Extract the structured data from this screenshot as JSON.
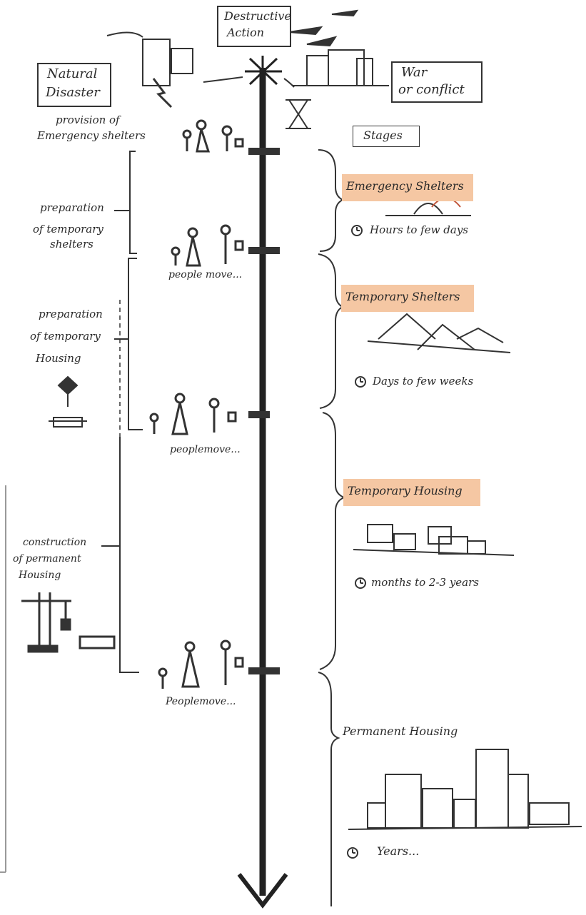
{
  "top": {
    "destructive_action_line1": "Destructive",
    "destructive_action_line2": "Action",
    "natural_disaster_line1": "Natural",
    "natural_disaster_line2": "Disaster",
    "war_line1": "War",
    "war_line2": "or conflict"
  },
  "left": {
    "provision_line1": "provision of",
    "provision_line2": "Emergency shelters",
    "prep_shelters_line1": "preparation",
    "prep_shelters_line2": "of temporary",
    "prep_shelters_line3": "shelters",
    "prep_housing_line1": "preparation",
    "prep_housing_line2": "of temporary",
    "prep_housing_line3": "Housing",
    "construction_line1": "construction",
    "construction_line2": "of permanent",
    "construction_line3": "Housing"
  },
  "middle": {
    "people_move_1": "people move...",
    "people_move_2": "peoplemove...",
    "people_move_3": "Peoplemove..."
  },
  "stages": {
    "title": "Stages",
    "emergency_shelters": "Emergency Shelters",
    "emergency_time": "Hours to few days",
    "temporary_shelters": "Temporary Shelters",
    "temporary_shelters_time": "Days to few weeks",
    "temporary_housing": "Temporary Housing",
    "temporary_housing_time": "months to 2-3 years",
    "permanent_housing": "Permanent Housing",
    "permanent_housing_time": "Years..."
  },
  "colors": {
    "highlight": "#f5c7a3",
    "ink": "#2a2a2a"
  }
}
